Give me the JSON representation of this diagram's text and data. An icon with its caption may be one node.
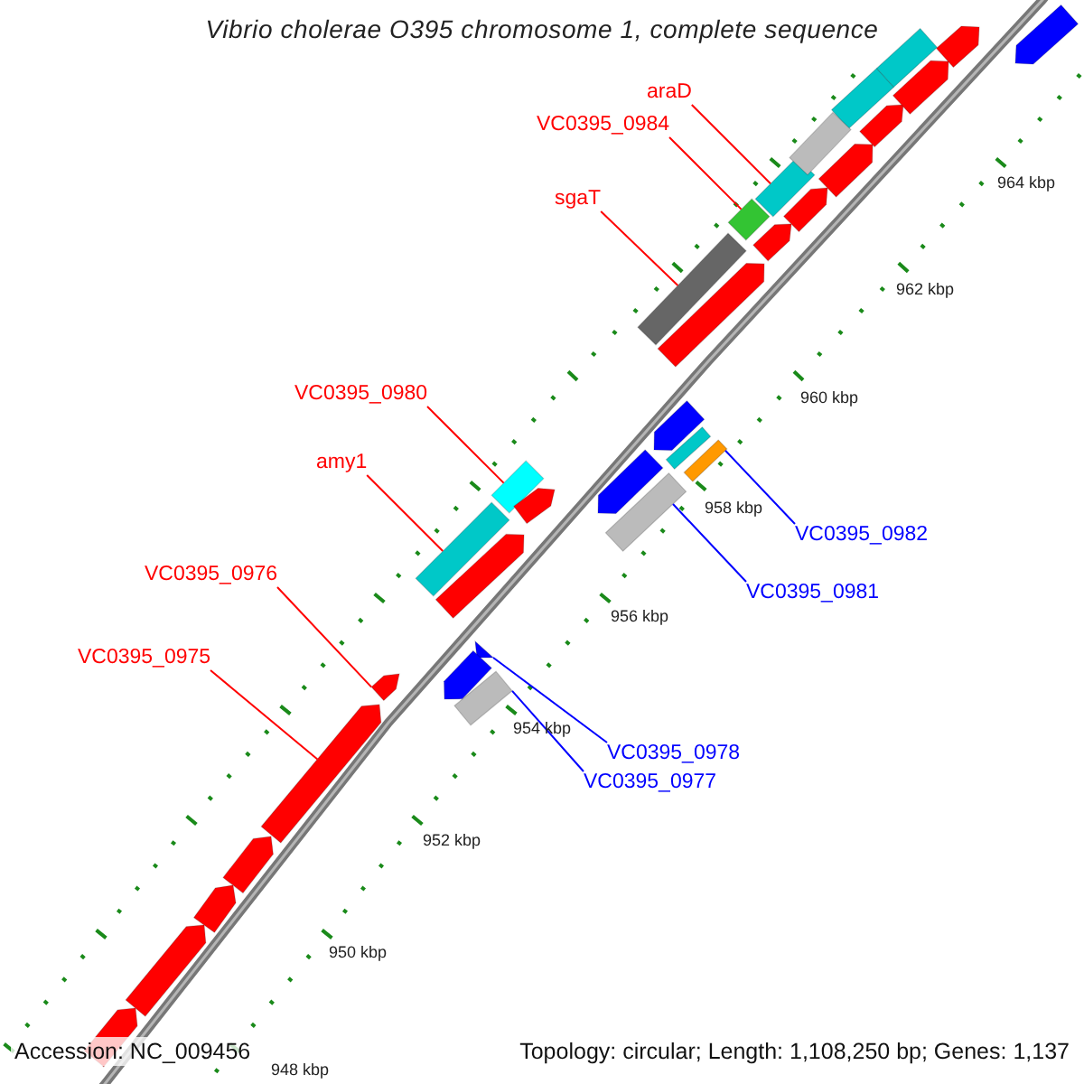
{
  "diagram": {
    "title": "Vibrio cholerae O395 chromosome 1, complete sequence",
    "nodes": [
      {
        "text": [
          "araD"
        ]
      },
      {
        "text": [
          "VC0395_0984"
        ]
      },
      {
        "text": [
          "sgaT"
        ]
      },
      {
        "text": [
          "VC0395_0980"
        ]
      },
      {
        "text": [
          "amy1"
        ]
      },
      {
        "text": [
          "VC0395_0982"
        ]
      },
      {
        "text": [
          "VC0395_0976"
        ]
      },
      {
        "text": [
          "VC0395_0981"
        ]
      },
      {
        "text": [
          "VC0395_0975"
        ]
      },
      {
        "text": [
          "VC0395_0978"
        ]
      },
      {
        "text": [
          "VC0395_0977"
        ]
      },
      {
        "text": [],
        "shape": "bar"
      },
      {
        "text": [],
        "shape": "bar"
      },
      {
        "text": [],
        "shape": "bar"
      },
      {
        "text": [],
        "shape": "bar"
      },
      {
        "text": [],
        "shape": "bar"
      },
      {
        "text": [],
        "shape": "bar"
      },
      {
        "text": [],
        "shape": "arrow"
      },
      {
        "text": [],
        "shape": "bar"
      },
      {
        "text": [],
        "shape": "arrow"
      },
      {
        "text": [],
        "shape": "triangle"
      },
      {
        "text": [],
        "shape": "bar"
      },
      {
        "text": [],
        "shape": "arrow"
      },
      {
        "text": [],
        "shape": "arrow"
      },
      {
        "text": [],
        "shape": "arrow"
      },
      {
        "text": [],
        "shape": "arrow"
      },
      {
        "text": [],
        "shape": "arrow"
      },
      {
        "text": [],
        "shape": "arrow"
      },
      {
        "text": [],
        "shape": "arrow"
      },
      {
        "text": [],
        "shape": "arrow"
      },
      {
        "text": [],
        "shape": "arrow"
      },
      {
        "text": [],
        "shape": "arrow"
      },
      {
        "text": [],
        "shape": "arrow"
      },
      {
        "text": [],
        "shape": "arrow"
      },
      {
        "text": [],
        "shape": "arrow"
      },
      {
        "text": [],
        "shape": "bar"
      },
      {
        "text": [],
        "shape": "bar"
      },
      {
        "text": [],
        "shape": "bar"
      },
      {
        "text": [],
        "shape": "bar"
      },
      {
        "text": [],
        "shape": "arrow"
      },
      {
        "text": [],
        "shape": "arrow"
      },
      {
        "text": [],
        "shape": "arrow"
      },
      {
        "text": [],
        "shape": "arrow"
      }
    ],
    "edges": [
      {
        "from": 0,
        "to": 11,
        "arrow": "none"
      },
      {
        "from": 1,
        "to": 12,
        "arrow": "none"
      },
      {
        "from": 2,
        "to": 13,
        "arrow": "none"
      },
      {
        "from": 3,
        "to": 14,
        "arrow": "none"
      },
      {
        "from": 4,
        "to": 15,
        "arrow": "none"
      },
      {
        "from": 5,
        "to": 16,
        "arrow": "none",
        "color": "#0000ff"
      },
      {
        "from": 6,
        "to": 17,
        "arrow": "none"
      },
      {
        "from": 7,
        "to": 18,
        "arrow": "none",
        "color": "#0000ff"
      },
      {
        "from": 8,
        "to": 19,
        "arrow": "none"
      },
      {
        "from": 9,
        "to": 20,
        "arrow": "none",
        "color": "#0000ff"
      },
      {
        "from": 10,
        "to": 21,
        "arrow": "none",
        "color": "#0000ff"
      }
    ],
    "labels": [
      "964 kbp",
      "962 kbp",
      "960 kbp",
      "958 kbp",
      "956 kbp",
      "954 kbp",
      "952 kbp",
      "950 kbp",
      "Accession: NC_009456",
      "Topology: circular; Length: 1,108,250 bp; Genes: 1,137",
      "948 kbp"
    ]
  }
}
